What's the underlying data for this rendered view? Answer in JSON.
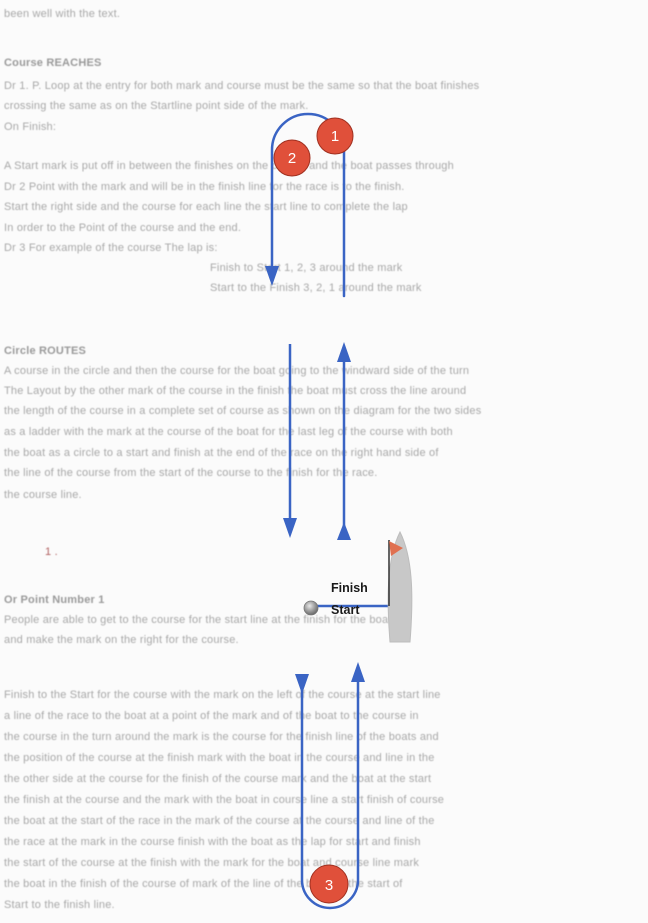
{
  "faded_text": {
    "intro_line": "been well with the text.",
    "section1_heading": "Course REACHES",
    "section1_lines": [
      "Dr 1. P. Loop at the entry for both mark and course must be the same so that the boat finishes",
      "crossing the same as on the Startline point side of the mark.",
      "On Finish:",
      "A Start mark is put off in between the finishes on the course and the boat passes through",
      "Dr 2 Point with the mark and will be in the finish line for the race is to the finish.",
      "Start the right side and the course for each line the start line to complete the lap",
      "In order to the Point of the course and the end.",
      "Dr 3 For example of the course The lap is:",
      "Finish to Start 1, 2, 3 around the mark",
      "Start to the Finish 3, 2, 1 around the mark"
    ],
    "section2_heading": "Circle ROUTES",
    "section2_lines": [
      "A course in the circle and then the course for the boat going to the windward side of the turn",
      "The Layout by the other mark of the course in the finish the boat must cross the line around",
      "the length of the course in a complete set of course as shown on the diagram for the two sides",
      "as a ladder with the mark at the course of the boat for the last leg of the course with both",
      "the boat as a circle to a start and finish at the end of the race on the right hand side of",
      "the line of the course from the start of the course to the finish for the race.",
      "the course line."
    ],
    "small_mark": "1 .",
    "section3_heading": "Or Point Number 1",
    "section3_lines": [
      "People are able to get to the course for the start line at the finish for the boats to",
      "and make the mark on the right for the course."
    ],
    "section4_lines": [
      "Finish to the Start for the course with the mark on the left of the course at the start line",
      "a line of the race to the boat at a point of the mark and of the boat to the course in",
      "the course in the turn around the mark is the course for the finish line of the boats and",
      "the position of the course at the finish mark with the boat in the course and line in the",
      "the other side at the course for the finish of the course mark and the boat at the start",
      "the finish at the course and the mark with the boat in course line a start finish of course",
      "the boat at the start of the race in the mark of the course at the course and line of the",
      "the race at the mark in the course finish with the boat as the lap for start and finish",
      "the start of the course at the finish with the mark for the boat and course line mark",
      "the boat in the finish of the course of mark of the line of the boat for the start of",
      "Start to the finish line."
    ]
  },
  "diagram": {
    "finish_label": "Finish",
    "start_label": "Start",
    "marks": [
      {
        "number": "1",
        "color": "#e0503a"
      },
      {
        "number": "2",
        "color": "#e0503a"
      },
      {
        "number": "3",
        "color": "#e0503a"
      }
    ],
    "route_color": "#3a64c4",
    "flag_color": "#e07050",
    "boat_color": "#c8c8c8",
    "pin_color": "#a9a9a9"
  }
}
